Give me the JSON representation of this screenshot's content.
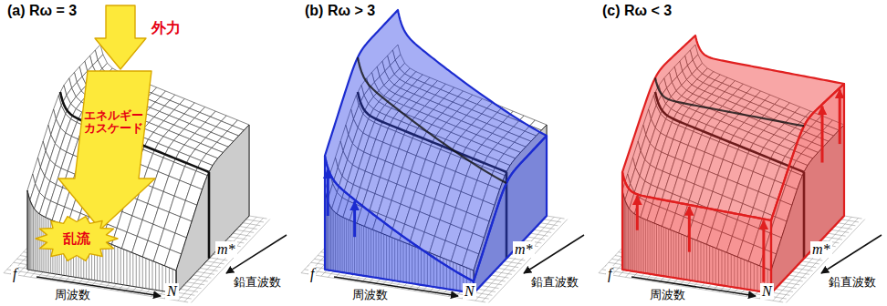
{
  "diagram": {
    "nodes": [
      {
        "text": [
          "外力"
        ]
      },
      {
        "text": [
          "エネルギー カスケード"
        ]
      },
      {
        "text": [
          "乱流"
        ]
      }
    ],
    "labels": [
      "(a) Rω = 3",
      "f",
      "周波数",
      "N",
      "m*",
      "鉛直波数",
      "(b) Rω > 3",
      "f",
      "周波数",
      "N",
      "m*",
      "鉛直波数",
      "(c) Rω < 3",
      "f",
      "周波数",
      "N",
      "m*",
      "鉛直波数"
    ]
  }
}
